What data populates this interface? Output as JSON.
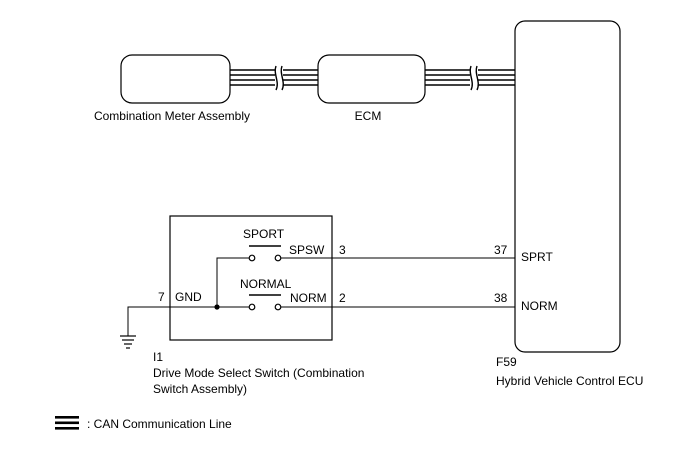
{
  "components": {
    "meter": {
      "label": "Combination Meter Assembly"
    },
    "ecm": {
      "label": "ECM"
    },
    "hv_ecu": {
      "code": "F59",
      "label": "Hybrid Vehicle Control ECU"
    },
    "switch": {
      "code": "I1",
      "label_line1": "Drive Mode Select Switch (Combination",
      "label_line2": "Switch Assembly)"
    }
  },
  "switch_contacts": {
    "sport": {
      "name": "SPORT",
      "terminal_name": "SPSW",
      "pin": "3"
    },
    "normal": {
      "name": "NORMAL",
      "terminal_name": "NORM",
      "pin": "2"
    },
    "ground": {
      "terminal_name": "GND",
      "pin": "7"
    }
  },
  "ecu_terminals": {
    "sprt": {
      "pin": "37",
      "name": "SPRT"
    },
    "norm": {
      "pin": "38",
      "name": "NORM"
    }
  },
  "legend": {
    "text": ": CAN Communication Line"
  }
}
